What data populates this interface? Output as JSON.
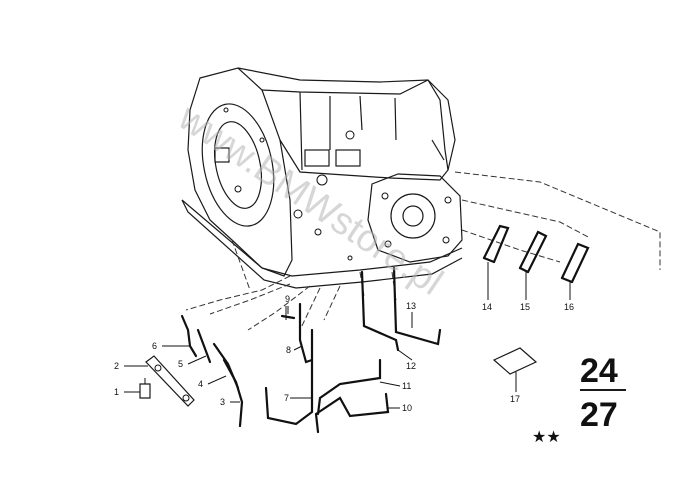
{
  "watermark": "www.BMWstore.pl",
  "group": {
    "top": "24",
    "bottom": "27"
  },
  "rating": "★★",
  "callouts": [
    "1",
    "2",
    "3",
    "4",
    "5",
    "6",
    "7",
    "8",
    "9",
    "10",
    "11",
    "12",
    "13",
    "14",
    "15",
    "16",
    "17"
  ]
}
